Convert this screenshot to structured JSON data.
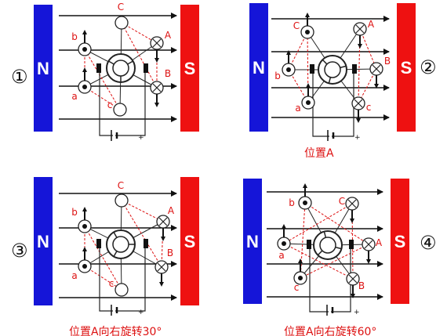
{
  "poles": {
    "north": "N",
    "south": "S"
  },
  "colors": {
    "north": "#1515d8",
    "south": "#ee1111",
    "label": "#dd1111",
    "line": "#111111"
  },
  "panels": [
    {
      "number": "①",
      "caption": "",
      "coils": [
        {
          "label": "C",
          "symbol": "plain"
        },
        {
          "label": "b",
          "symbol": "dot"
        },
        {
          "label": "A",
          "symbol": "cross"
        },
        {
          "label": "a",
          "symbol": "dot"
        },
        {
          "label": "B",
          "symbol": "cross"
        },
        {
          "label": "c",
          "symbol": "plain"
        }
      ]
    },
    {
      "number": "②",
      "caption": "位置A",
      "coils": [
        {
          "label": "C",
          "symbol": "dot"
        },
        {
          "label": "A",
          "symbol": "cross"
        },
        {
          "label": "b",
          "symbol": "dot"
        },
        {
          "label": "B",
          "symbol": "cross"
        },
        {
          "label": "a",
          "symbol": "dot"
        },
        {
          "label": "c",
          "symbol": "cross"
        }
      ]
    },
    {
      "number": "③",
      "caption": "位置A向右旋转30°",
      "coils": [
        {
          "label": "C",
          "symbol": "plain"
        },
        {
          "label": "b",
          "symbol": "dot"
        },
        {
          "label": "A",
          "symbol": "cross"
        },
        {
          "label": "a",
          "symbol": "dot"
        },
        {
          "label": "B",
          "symbol": "cross"
        },
        {
          "label": "c",
          "symbol": "plain"
        }
      ]
    },
    {
      "number": "④",
      "caption": "位置A向右旋转60°",
      "coils": [
        {
          "label": "b",
          "symbol": "dot"
        },
        {
          "label": "C",
          "symbol": "cross"
        },
        {
          "label": "A",
          "symbol": "cross"
        },
        {
          "label": "a",
          "symbol": "dot"
        },
        {
          "label": "c",
          "symbol": "dot"
        },
        {
          "label": "B",
          "symbol": "cross"
        }
      ]
    }
  ]
}
